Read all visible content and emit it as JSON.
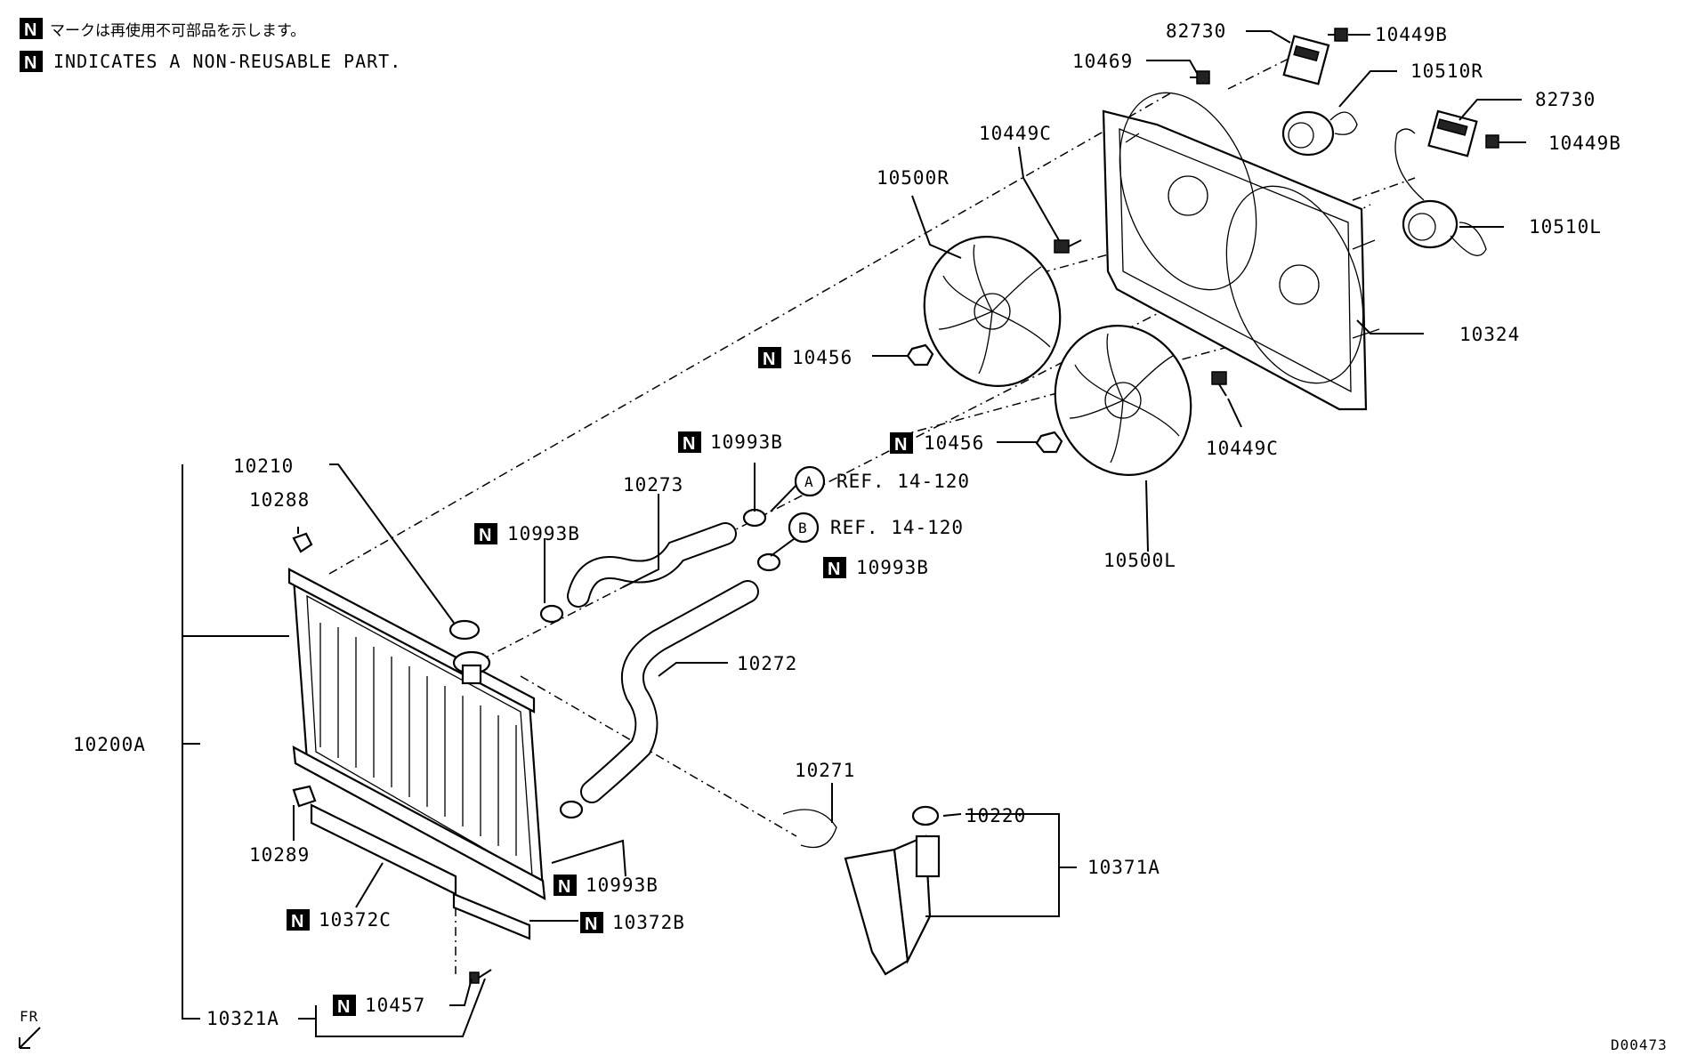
{
  "header": {
    "badge": "N",
    "line_jp": "マークは再使用不可部品を示します。",
    "line_en": "INDICATES A NON-REUSABLE PART."
  },
  "footer": {
    "diagram_code": "D00473",
    "front_marker": "FR"
  },
  "labels": {
    "p82730_top": "82730",
    "p10449B_top": "10449B",
    "p10469": "10469",
    "p10510R": "10510R",
    "p82730_right": "82730",
    "p10449C_top": "10449C",
    "p10449B_right": "10449B",
    "p10500R": "10500R",
    "p10510L": "10510L",
    "p10324": "10324",
    "p10456_top": "10456",
    "p10456_mid": "10456",
    "p10449C_bottom": "10449C",
    "p10500L": "10500L",
    "p10993B_a": "10993B",
    "p10993B_b": "10993B",
    "p10993B_c": "10993B",
    "p10993B_d": "10993B",
    "refA_circle": "A",
    "refA_text": "REF. 14-120",
    "refB_circle": "B",
    "refB_text": "REF. 14-120",
    "p10273": "10273",
    "p10272": "10272",
    "p10210": "10210",
    "p10288": "10288",
    "p10200A": "10200A",
    "p10289": "10289",
    "p10372C": "10372C",
    "p10372B": "10372B",
    "p10271": "10271",
    "p10220": "10220",
    "p10371A": "10371A",
    "p10457": "10457",
    "p10321A": "10321A"
  },
  "non_reusable_badge": "N"
}
